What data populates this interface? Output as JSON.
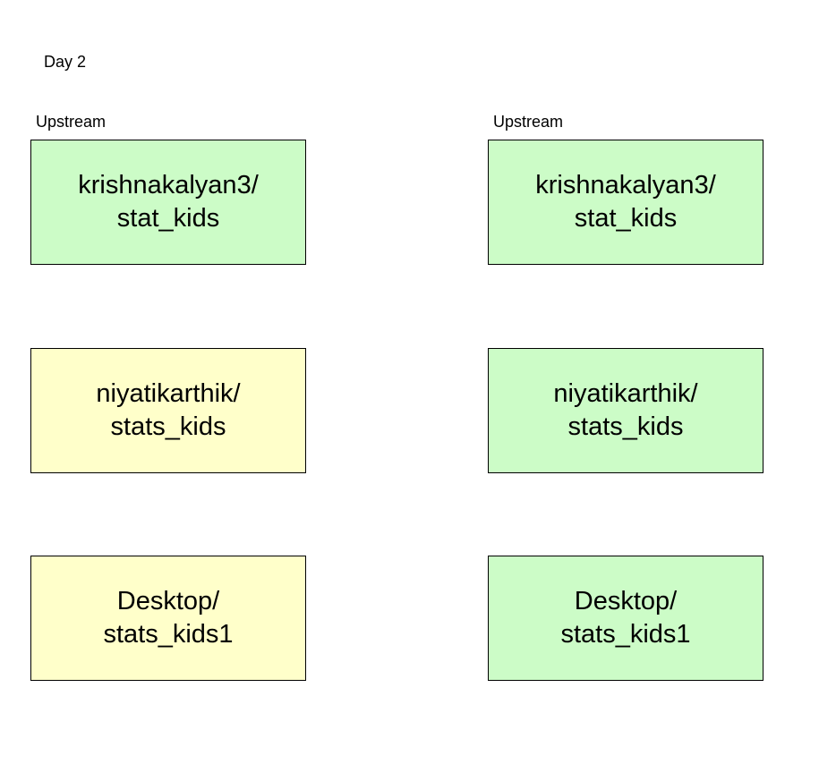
{
  "day_label": "Day 2",
  "columns": [
    {
      "label": "Upstream",
      "boxes": [
        {
          "line1": "krishnakalyan3/",
          "line2": "stat_kids",
          "color": "#ccfcc7"
        },
        {
          "line1": "niyatikarthik/",
          "line2": "stats_kids",
          "color": "#ffffca"
        },
        {
          "line1": "Desktop/",
          "line2": "stats_kids1",
          "color": "#ffffca"
        }
      ]
    },
    {
      "label": "Upstream",
      "boxes": [
        {
          "line1": "krishnakalyan3/",
          "line2": "stat_kids",
          "color": "#ccfcc7"
        },
        {
          "line1": "niyatikarthik/",
          "line2": "stats_kids",
          "color": "#ccfcc7"
        },
        {
          "line1": "Desktop/",
          "line2": "stats_kids1",
          "color": "#ccfcc7"
        }
      ]
    }
  ]
}
